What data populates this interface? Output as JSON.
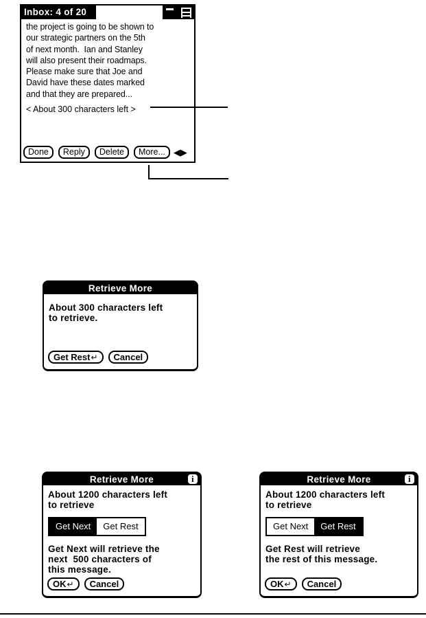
{
  "inbox_screen": {
    "title": "Inbox: 4 of 20",
    "body_lines": [
      "the project is going to be shown to",
      "our strategic partners on the 5th",
      "of next month.  Ian and Stanley",
      "will also present their roadmaps.",
      "Please make sure that Joe and",
      "David have these dates marked",
      "and that they are prepared..."
    ],
    "status_line": "< About 300 characters left >",
    "buttons": {
      "done": "Done",
      "reply": "Reply",
      "delete": "Delete",
      "more": "More..."
    },
    "scroll_icons": {
      "left": "◀",
      "right": "▶"
    }
  },
  "dialog_get_rest": {
    "title": "Retrieve More",
    "body_lines": [
      "About 300 characters left",
      "to retrieve."
    ],
    "buttons": {
      "get_rest": "Get Rest",
      "cancel": "Cancel"
    }
  },
  "dialog_get_next_selected": {
    "title": "Retrieve More",
    "info_icon_glyph": "i",
    "body_lines": [
      "About 1200 characters left",
      "to retrieve"
    ],
    "toggle": {
      "get_next": "Get Next",
      "get_rest": "Get Rest",
      "selected": "Get Next"
    },
    "description_lines": [
      "Get Next will retrieve the",
      "next  500 characters of",
      "this message."
    ],
    "buttons": {
      "ok": "OK",
      "cancel": "Cancel"
    }
  },
  "dialog_get_rest_selected": {
    "title": "Retrieve More",
    "info_icon_glyph": "i",
    "body_lines": [
      "About 1200 characters left",
      "to retrieve"
    ],
    "toggle": {
      "get_next": "Get Next",
      "get_rest": "Get Rest",
      "selected": "Get Rest"
    },
    "description_lines": [
      "Get Rest will retrieve",
      "the rest of this message."
    ],
    "buttons": {
      "ok": "OK",
      "cancel": "Cancel"
    }
  },
  "glyphs": {
    "return_arrow": "↵"
  },
  "colors": {
    "ink": "#000000",
    "paper": "#ffffff"
  }
}
